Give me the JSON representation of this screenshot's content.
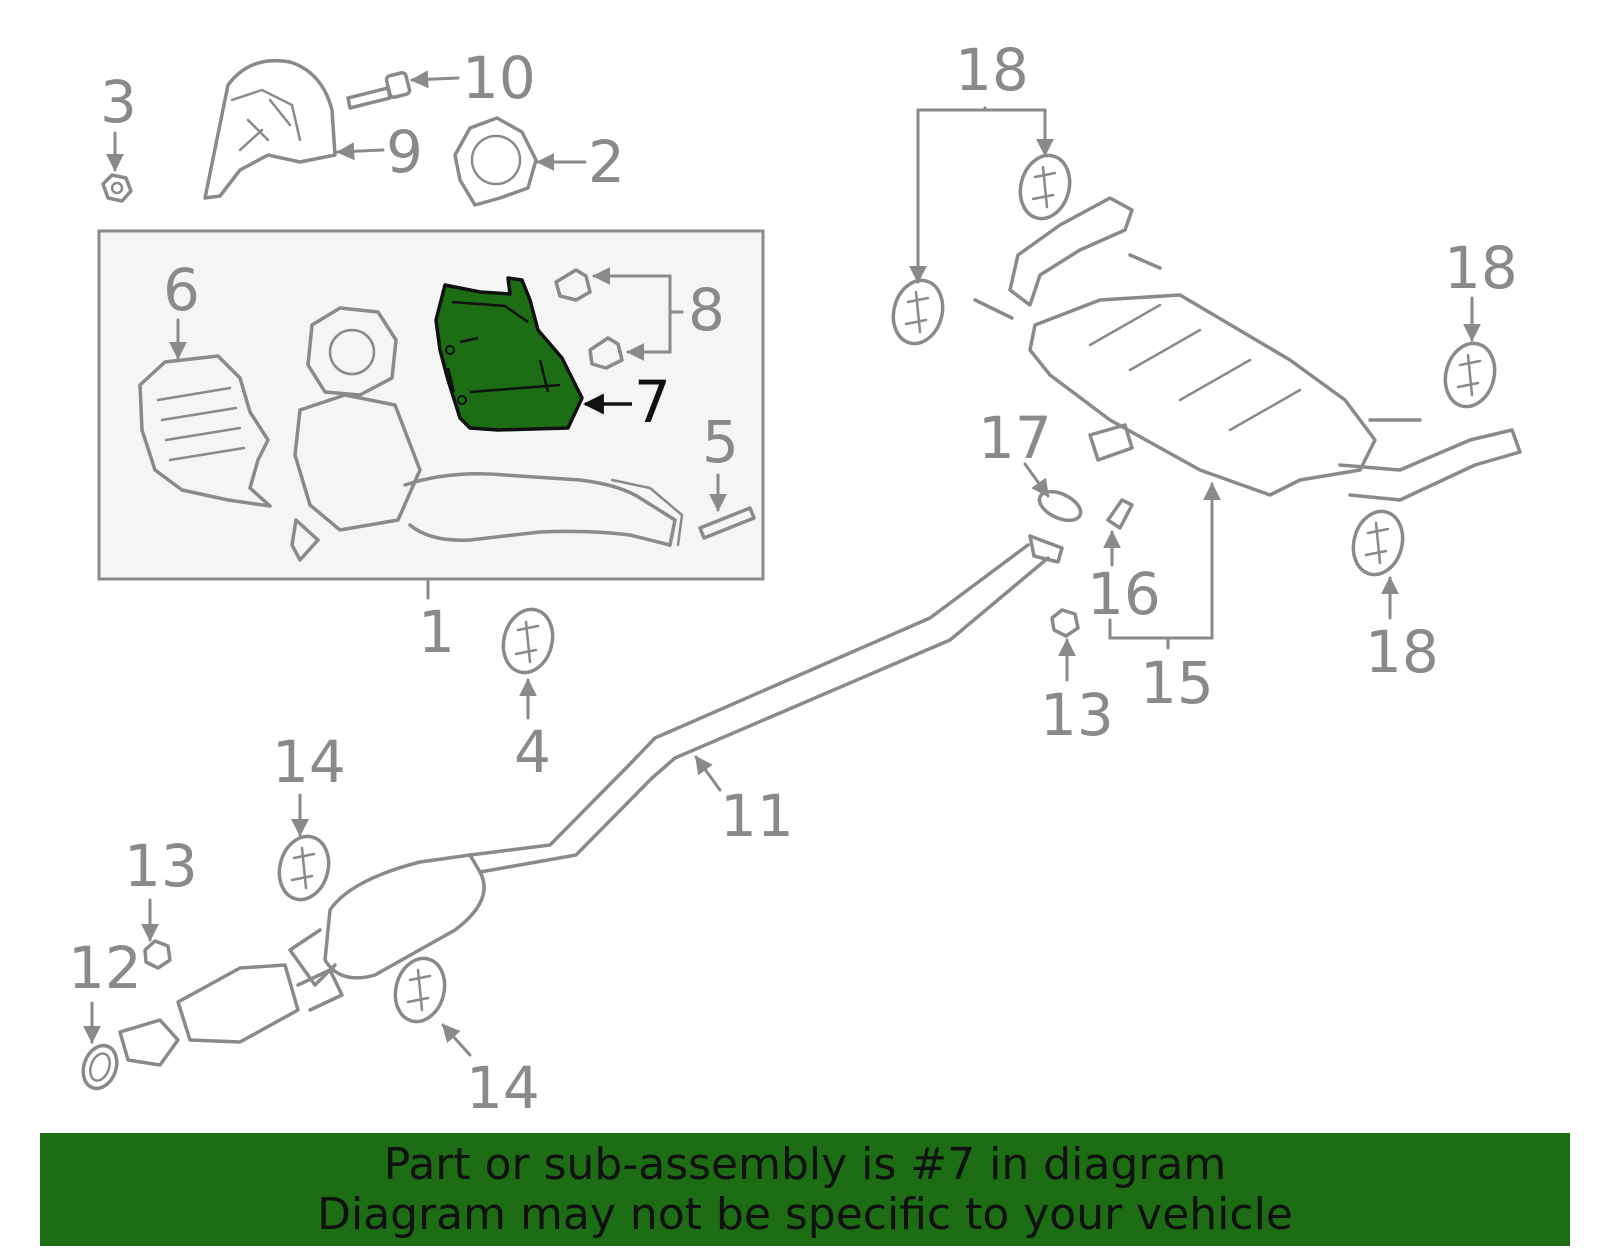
{
  "callouts": {
    "n1": "1",
    "n2": "2",
    "n3": "3",
    "n4": "4",
    "n5": "5",
    "n6": "6",
    "n7": "7",
    "n8": "8",
    "n9": "9",
    "n10": "10",
    "n11": "11",
    "n12": "12",
    "n13a": "13",
    "n13b": "13",
    "n14a": "14",
    "n14b": "14",
    "n15": "15",
    "n16": "16",
    "n17": "17",
    "n18a": "18",
    "n18b": "18",
    "n18c": "18"
  },
  "highlighted_part": "7",
  "colors": {
    "highlight": "#1d6d14",
    "lines": "#8a8a8a",
    "inset_bg": "#f5f5f5",
    "banner_bg": "#1d6d14"
  },
  "banner": {
    "line1": "Part or sub-assembly is #7 in diagram",
    "line2": "Diagram may not be specific to your vehicle"
  }
}
